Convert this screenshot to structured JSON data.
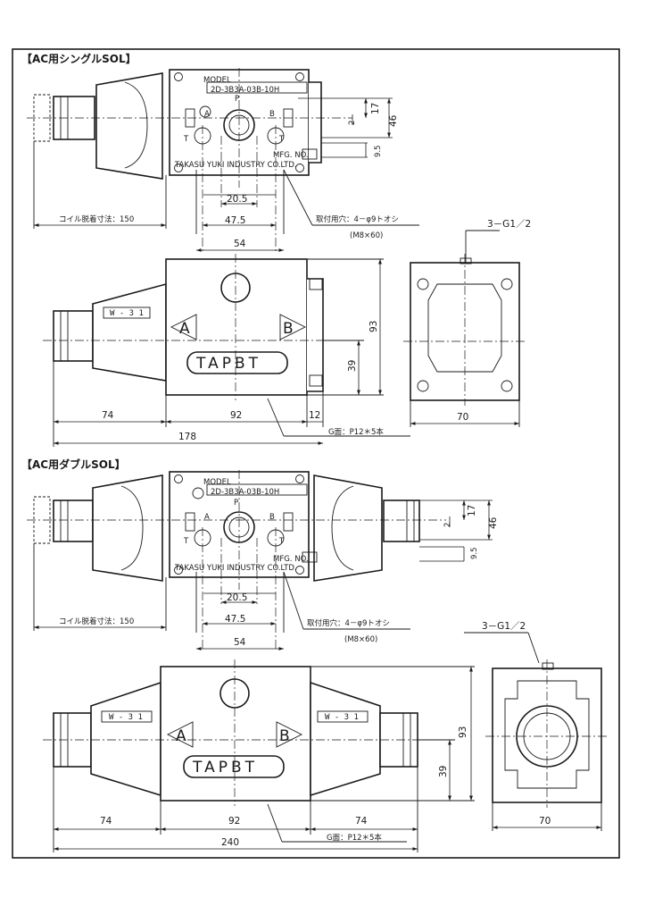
{
  "sections": {
    "single_title": "【AC用シングルSOL】",
    "double_title": "【AC用ダブルSOL】"
  },
  "labels": {
    "model": "MODEL",
    "model_no": "2D-3B3A-03B-10H",
    "mfg_no": "MFG. NO.",
    "maker": "TAKASU YUKI INDUSTRY CO.LTD.",
    "port_p": "P",
    "port_a": "A",
    "port_b": "B",
    "port_t": "T",
    "arrow_a": "A",
    "arrow_b": "B",
    "tapbt": "TAPBT",
    "solenoid_plate": "W - 3 1"
  },
  "single": {
    "coil_removal": "コイル脱着寸法：150",
    "mount_holes": "取付用穴：4－φ9トオシ",
    "mount_bolt": "(M8×60)",
    "port_size": "3－G1／2",
    "g_face": "G面：P12＊5本",
    "dim_20_5": "20.5",
    "dim_47_5": "47.5",
    "dim_54": "54",
    "dim_2": "2",
    "dim_17": "17",
    "dim_46": "46",
    "dim_9_5": "9.5",
    "dim_93": "93",
    "dim_39": "39",
    "dim_74": "74",
    "dim_92": "92",
    "dim_12": "12",
    "dim_178": "178",
    "dim_70": "70"
  },
  "double": {
    "coil_removal": "コイル脱着寸法：150",
    "mount_holes": "取付用穴：4－φ9トオシ",
    "mount_bolt": "(M8×60)",
    "port_size": "3－G1／2",
    "g_face": "G面：P12＊5本",
    "dim_20_5": "20.5",
    "dim_47_5": "47.5",
    "dim_54": "54",
    "dim_2": "2",
    "dim_17": "17",
    "dim_46": "46",
    "dim_9_5": "9.5",
    "dim_93": "93",
    "dim_39": "39",
    "dim_74_left": "74",
    "dim_92": "92",
    "dim_74_right": "74",
    "dim_240": "240",
    "dim_70": "70"
  }
}
